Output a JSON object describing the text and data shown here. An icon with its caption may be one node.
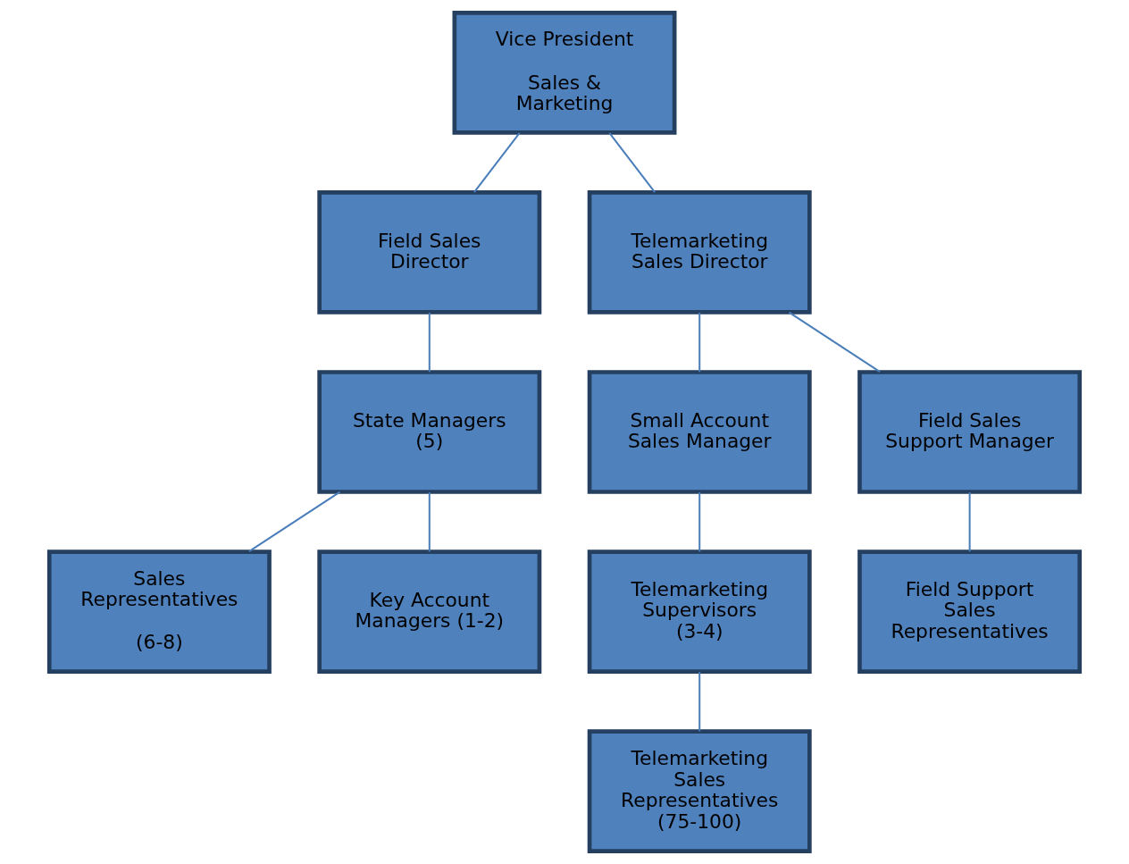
{
  "diagram": {
    "nodes": [
      {
        "text": [
          "Vice President",
          "Sales & Marketing"
        ]
      },
      {
        "text": [
          "Field Sales Director"
        ]
      },
      {
        "text": [
          "Telemarketing Sales Director"
        ]
      },
      {
        "text": [
          "State Managers (5)"
        ]
      },
      {
        "text": [
          "Small Account Sales Manager"
        ]
      },
      {
        "text": [
          "Field Sales Support Manager"
        ]
      },
      {
        "text": [
          "Sales Representatives",
          "(6-8)"
        ]
      },
      {
        "text": [
          "Key Account Managers (1-2)"
        ]
      },
      {
        "text": [
          "Telemarketing Supervisors (3-4)"
        ]
      },
      {
        "text": [
          "Field Support Sales Representatives"
        ]
      },
      {
        "text": [
          "Telemarketing Sales Representatives (75-100)"
        ]
      }
    ],
    "edges": [
      {
        "from": 0,
        "to": 1,
        "arrow": "none"
      },
      {
        "from": 0,
        "to": 2,
        "arrow": "none"
      },
      {
        "from": 1,
        "to": 3,
        "arrow": "none"
      },
      {
        "from": 2,
        "to": 4,
        "arrow": "none"
      },
      {
        "from": 2,
        "to": 5,
        "arrow": "none"
      },
      {
        "from": 3,
        "to": 6,
        "arrow": "none"
      },
      {
        "from": 3,
        "to": 7,
        "arrow": "none"
      },
      {
        "from": 4,
        "to": 8,
        "arrow": "none"
      },
      {
        "from": 5,
        "to": 9,
        "arrow": "none"
      },
      {
        "from": 8,
        "to": 10,
        "arrow": "none"
      }
    ]
  }
}
